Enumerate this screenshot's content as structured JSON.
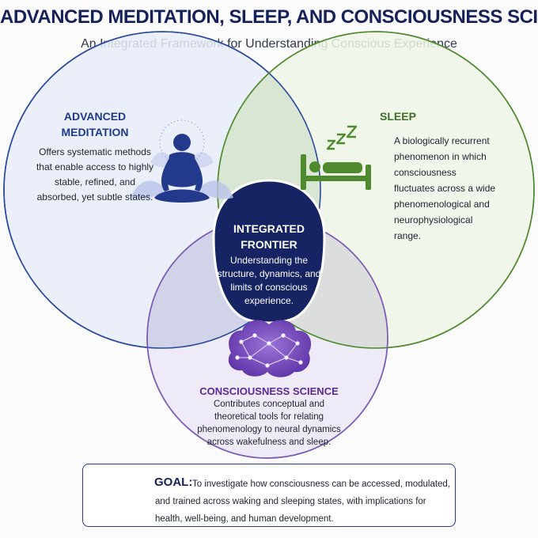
{
  "header": {
    "title": "ADVANCED MEDITATION, SLEEP, AND CONSCIOUSNESS SCIENCE",
    "subtitle": "An Integrated Framework for Understanding Conscious Experience"
  },
  "meditation": {
    "heading_line1": "ADVANCED",
    "heading_line2": "MEDITATION",
    "text": "Offers systematic methods that enable access to highly stable, refined, and absorbed, yet subtle states.",
    "icon": "meditation-figure-icon"
  },
  "sleep": {
    "heading": "SLEEP",
    "text": "A biologically recurrent phenomenon in which consciousness fluctuates across a wide phenomenological and neurophysiological range.",
    "icon": "bed-icon",
    "zzz": "Z Z Z"
  },
  "frontier": {
    "heading_line1": "INTEGRATED",
    "heading_line2": "FRONTIER",
    "text": "Understanding the structure, dynamics, and limits of conscious experience."
  },
  "consciousness": {
    "heading": "CONSCIOUSNESS SCIENCE",
    "text": "Contributes conceptual and theoretical tools for relating phenomenology to neural dynamics across wakefulness and sleep.",
    "icon": "brain-network-icon"
  },
  "goal": {
    "label": "GOAL:",
    "text_line1": "To investigate how consciousness can be accessed, modulated,",
    "text_line2": "and trained across waking and sleeping states, with implications for health, well-being, and human development.",
    "icon": "target-icon"
  },
  "colors": {
    "meditation": "#2a4aa0",
    "sleep": "#4f8a2e",
    "consciousness": "#7c5ab5",
    "frontier": "#162463"
  }
}
